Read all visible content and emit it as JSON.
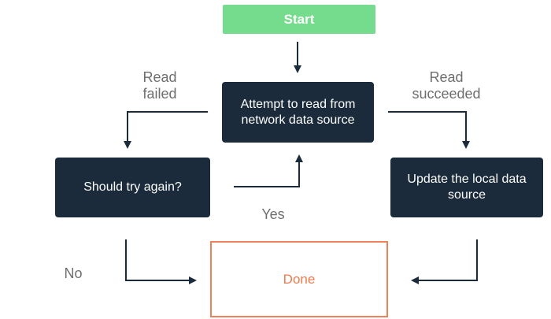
{
  "nodes": {
    "start": "Start",
    "attempt": "Attempt to read from network data source",
    "retry": "Should try again?",
    "update": "Update the local data source",
    "done": "Done"
  },
  "edges": {
    "read_failed": "Read failed",
    "read_succeeded": "Read succeeded",
    "yes": "Yes",
    "no": "No"
  },
  "colors": {
    "start_fill": "#74dc8c",
    "node_fill": "#1b2b3b",
    "done_border": "#f0805a",
    "arrow": "#1b2b3b",
    "label": "#6e6e6e"
  }
}
